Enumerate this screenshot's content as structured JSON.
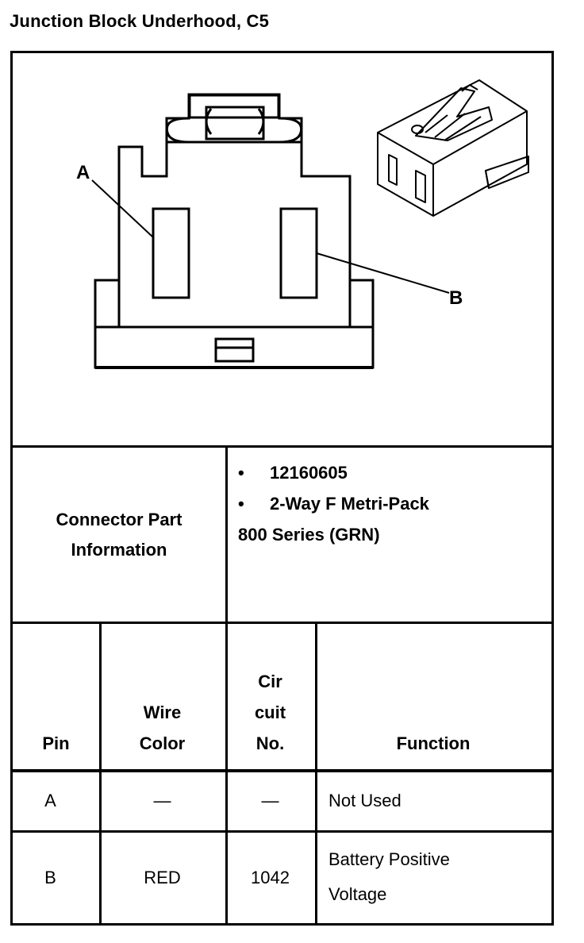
{
  "title": "Junction Block Underhood, C5",
  "diagram": {
    "label_a": "A",
    "label_b": "B"
  },
  "connector_info": {
    "label_line1": "Connector Part",
    "label_line2": "Information",
    "bullet_symbol": "•",
    "items": [
      "12160605",
      "2-Way F Metri-Pack"
    ],
    "continuation": "800 Series (GRN)"
  },
  "pin_table": {
    "headers": {
      "pin": "Pin",
      "wire_color": [
        "Wire",
        "Color"
      ],
      "circuit": [
        "Cir",
        "cuit",
        "No."
      ],
      "function": "Function"
    },
    "rows": [
      {
        "pin": "A",
        "wire_color": "—",
        "circuit": "—",
        "function": [
          "Not Used"
        ]
      },
      {
        "pin": "B",
        "wire_color": "RED",
        "circuit": "1042",
        "function": [
          "Battery Positive",
          "Voltage"
        ]
      }
    ]
  }
}
